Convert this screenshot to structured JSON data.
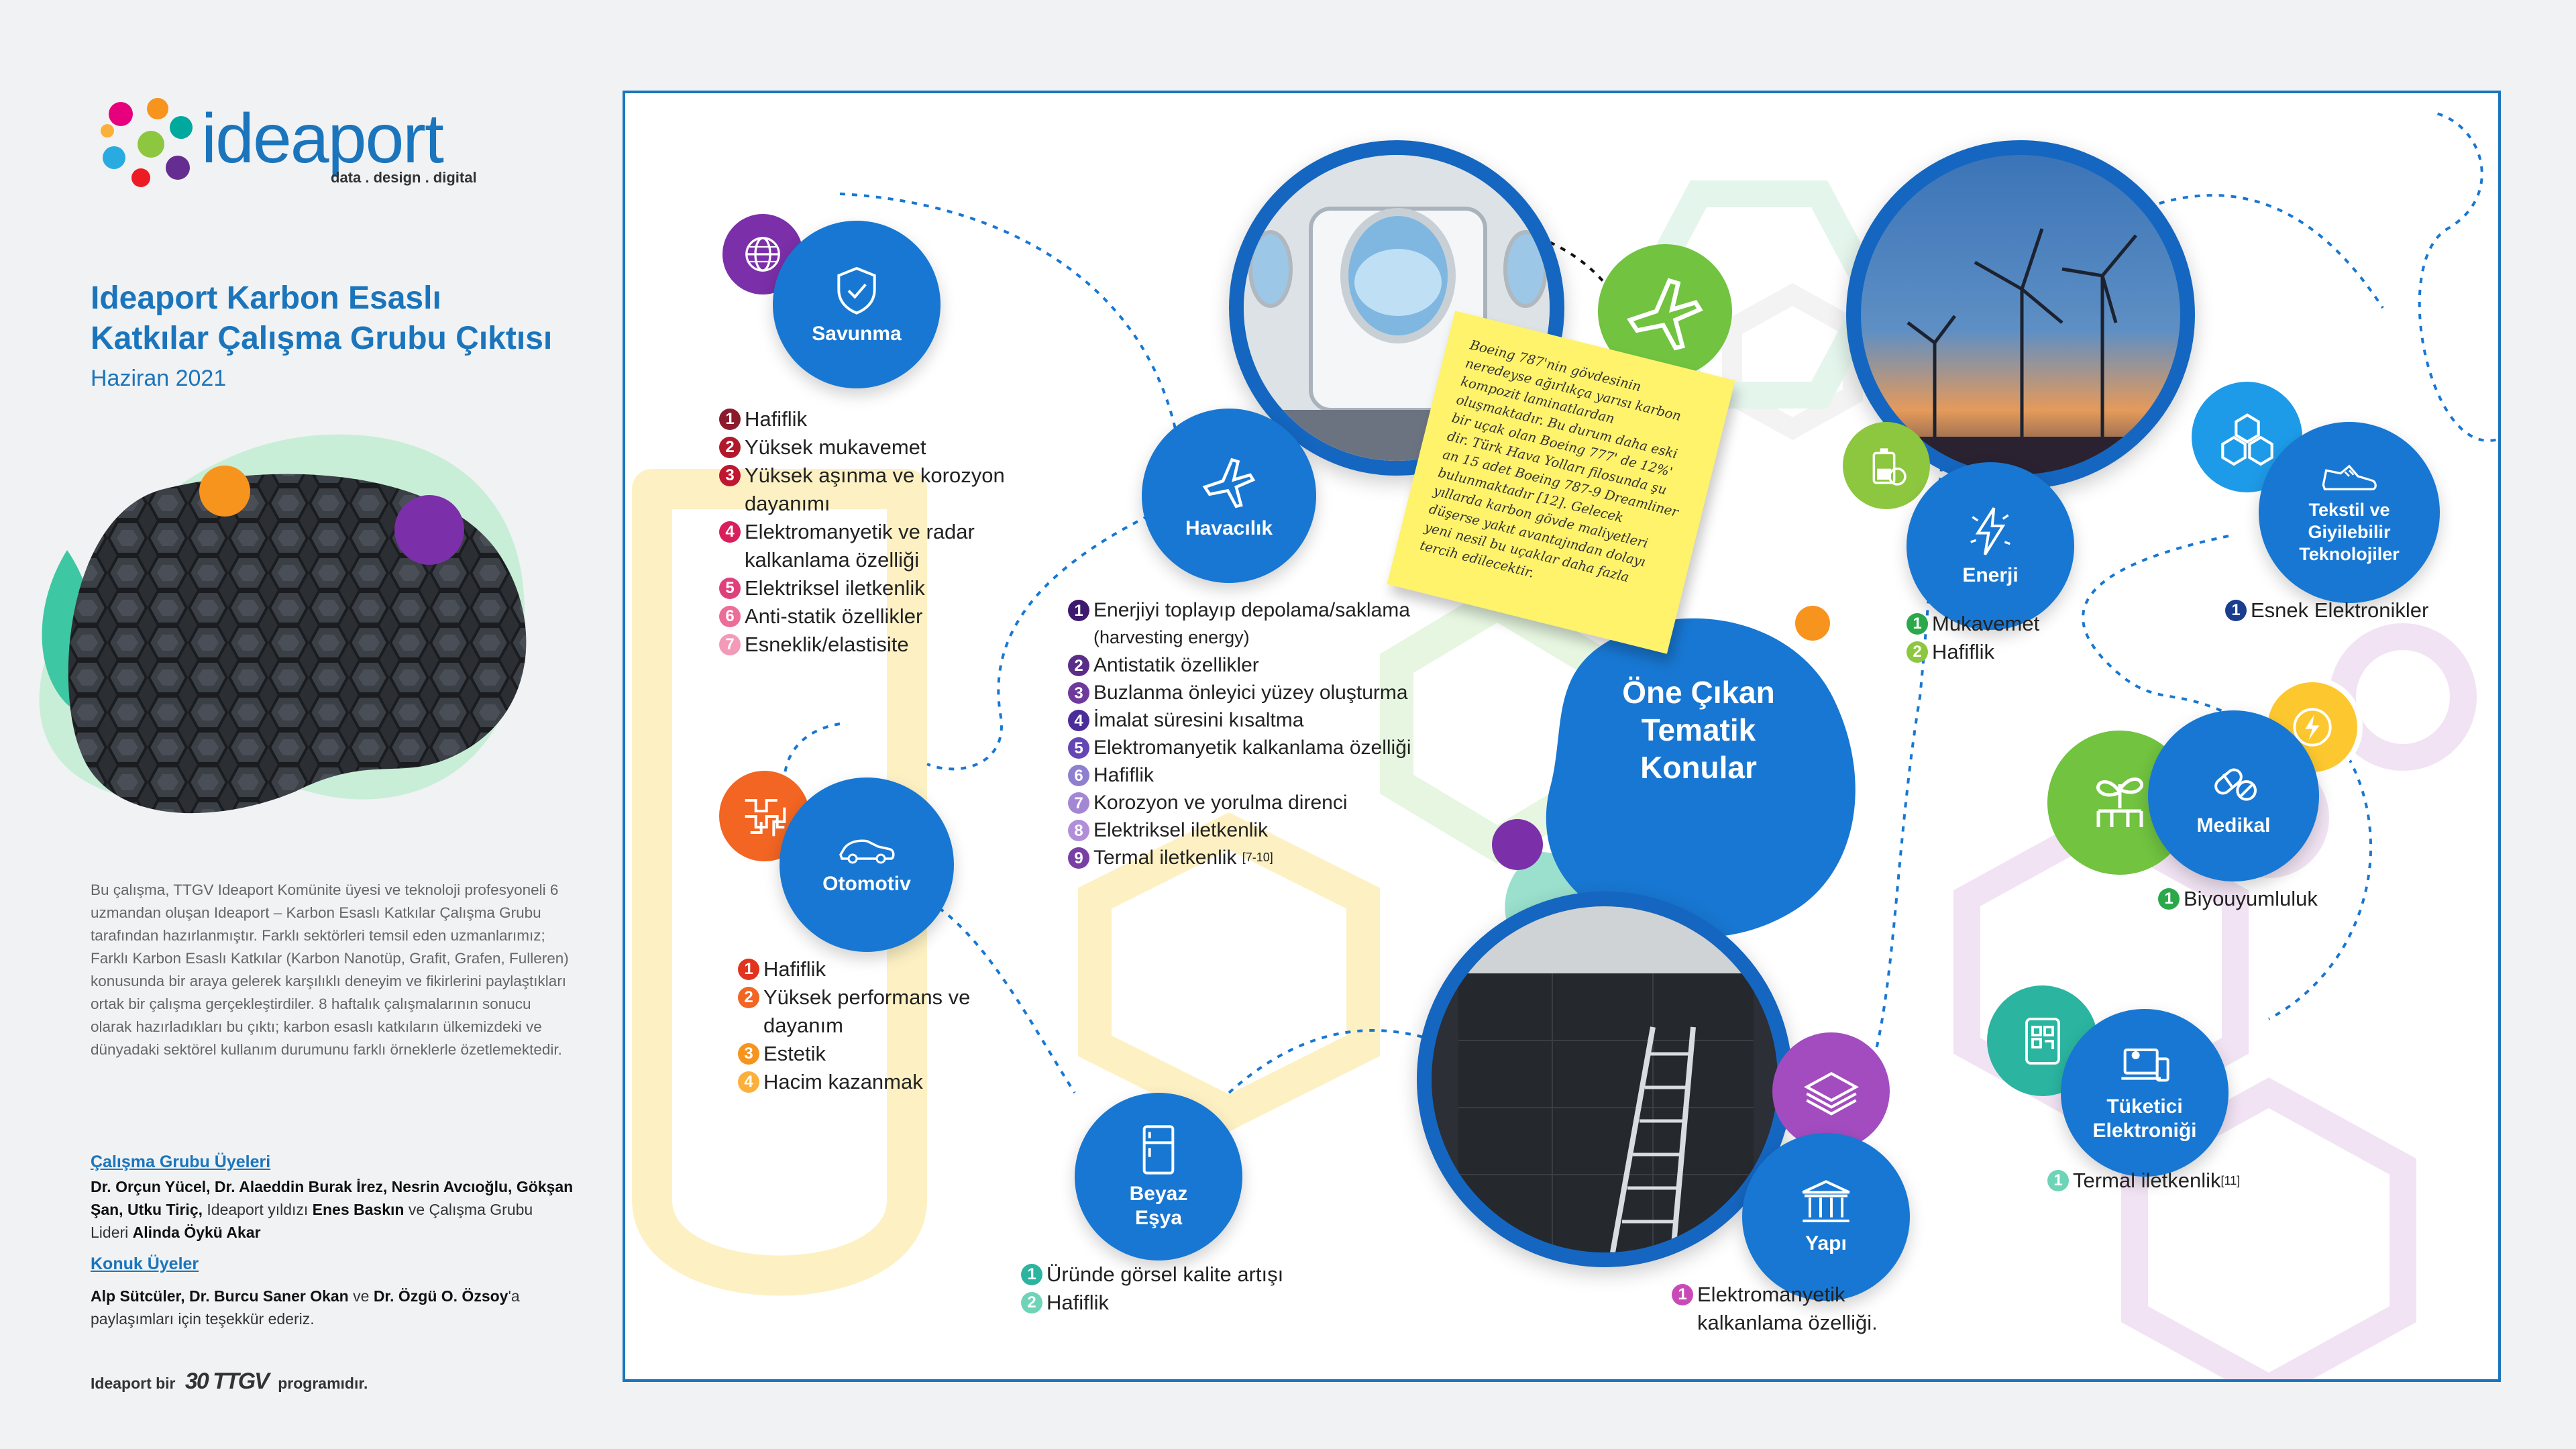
{
  "brand": {
    "name": "ideaport",
    "tagline": "data . design . digital"
  },
  "report": {
    "title_line1": "Ideaport Karbon Esaslı",
    "title_line2": "Katkılar Çalışma Grubu Çıktısı",
    "date": "Haziran 2021",
    "description": "Bu çalışma, TTGV Ideaport Komünite üyesi ve teknoloji profesyoneli 6 uzmandan oluşan Ideaport – Karbon Esaslı Katkılar Çalışma Grubu tarafından hazırlanmıştır. Farklı sektörleri temsil eden uzmanlarımız; Farklı Karbon Esaslı Katkılar (Karbon Nanotüp, Grafit, Grafen, Fulleren) konusunda bir araya gelerek karşılıklı deneyim ve fikirlerini paylaştıkları ortak bir çalışma gerçekleştirdiler. 8 haftalık çalışmalarının sonucu olarak hazırladıkları bu çıktı; karbon esaslı katkıların ülkemizdeki ve dünyadaki sektörel kullanım durumunu farklı örneklerle özetlemektedir.",
    "members_heading": "Çalışma Grubu Üyeleri",
    "members_names": "Dr. Orçun Yücel, Dr. Alaeddin Burak İrez, Nesrin Avcıoğlu, Gökşan Şan, Utku Tiriç,",
    "members_mid": " Ideaport yıldızı ",
    "members_star": "Enes Baskın",
    "members_and": " ve Çalışma Grubu Lideri ",
    "members_leader": "Alinda Öykü Akar",
    "guests_heading": "Konuk Üyeler",
    "guests_names": "Alp Sütcüler, Dr. Burcu Saner Okan",
    "guests_ve": " ve ",
    "guests_last": "Dr. Özgü O. Özsoy",
    "guests_thanks": "'a paylaşımları için teşekkür ederiz.",
    "footer_pre": "Ideaport bir",
    "footer_logo": "30 TTGV",
    "footer_post": "programıdır."
  },
  "center": {
    "title_line1": "Öne Çıkan",
    "title_line2": "Tematik",
    "title_line3": "Konular"
  },
  "note": "Boeing 787'nin gövdesinin neredeyse ağırlıkça yarısı karbon kompozit laminatlardan oluşmaktadır. Bu durum daha eski bir uçak olan Boeing 777' de 12%' dir. Türk Hava Yolları filosunda şu an 15 adet Boeing 787-9 Dreamliner bulunmaktadır [12]. Gelecek yıllarda karbon gövde maliyetleri düşerse yakıt avantajından dolayı yeni nesil bu uçaklar daha fazla tercih edilecektir.",
  "sectors": {
    "savunma": {
      "label": "Savunma",
      "items": [
        "Hafiflik",
        "Yüksek mukavemet",
        "Yüksek aşınma ve korozyon dayanımı",
        "Elektromanyetik ve radar kalkanlama özelliği",
        "Elektriksel iletkenlik",
        "Anti-statik özellikler",
        "Esneklik/elastisite"
      ]
    },
    "havacilik": {
      "label": "Havacılık",
      "items": [
        "Enerjiyi toplayıp depolama/saklama",
        "(harvesting energy)",
        "Antistatik özellikler",
        "Buzlanma önleyici yüzey oluşturma",
        "İmalat süresini kısaltma",
        "Elektromanyetik kalkanlama özelliği",
        "Hafiflik",
        "Korozyon ve yorulma direnci",
        "Elektriksel iletkenlik",
        "Termal iletkenlik",
        "[7-10]"
      ]
    },
    "otomotiv": {
      "label": "Otomotiv",
      "items": [
        "Hafiflik",
        "Yüksek performans ve dayanım",
        "Estetik",
        "Hacim kazanmak"
      ]
    },
    "beyaz_esya": {
      "label_line1": "Beyaz",
      "label_line2": "Eşya",
      "items": [
        "Üründe görsel kalite artışı",
        "Hafiflik"
      ]
    },
    "yapi": {
      "label": "Yapı",
      "items": [
        "Elektromanyetik kalkanlama özelliği."
      ]
    },
    "enerji": {
      "label": "Enerji",
      "items": [
        "Mukavemet",
        "Hafiflik"
      ]
    },
    "tekstil": {
      "label_line1": "Tekstil ve",
      "label_line2": "Giyilebilir",
      "label_line3": "Teknolojiler",
      "items": [
        "Esnek Elektronikler"
      ]
    },
    "medikal": {
      "label": "Medikal",
      "items": [
        "Biyouyumluluk"
      ]
    },
    "tuketici": {
      "label_line1": "Tüketici",
      "label_line2": "Elektroniği",
      "items": [
        "Termal iletkenlik",
        "[11]"
      ]
    }
  },
  "numbers": [
    "1",
    "2",
    "3",
    "4",
    "5",
    "6",
    "7",
    "8",
    "9"
  ],
  "colors": {
    "blue": "#1877d2",
    "dark_blue": "#1566c0",
    "teal": "#6fd3b8",
    "purple": "#7b2fa8",
    "orange": "#f7941d",
    "yellow_note": "#fff36b",
    "green_icon": "#71c340"
  }
}
